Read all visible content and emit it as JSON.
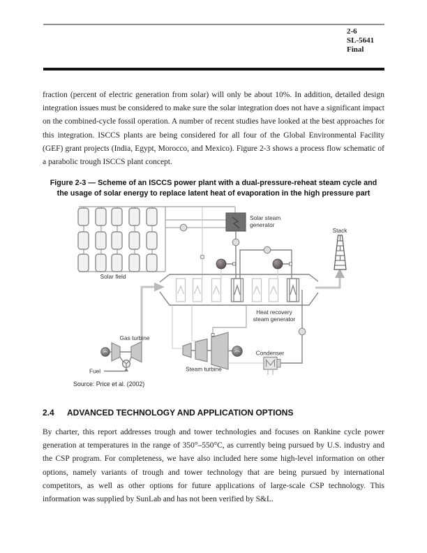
{
  "header": {
    "page_number": "2-6",
    "doc_id": "SL-5641",
    "status": "Final"
  },
  "body": {
    "paragraph_1": "fraction (percent of electric generation from solar) will only be about 10%. In addition, detailed design integration issues must be considered to make sure the solar integration does not have a significant impact on the combined-cycle fossil operation. A number of recent studies have looked at the best approaches for this integration. ISCCS plants are being considered for all four of the Global Environmental Facility (GEF) grant projects (India, Egypt, Morocco, and Mexico). Figure 2-3 shows a process flow schematic of a parabolic trough ISCCS plant concept.",
    "paragraph_2": "By charter, this report addresses trough and tower technologies and focuses on Rankine cycle power generation at temperatures in the range of 350°–550°C, as currently being pursued by U.S. industry and the CSP program. For completeness, we have also included here some high-level information on other options, namely variants of trough and tower technology that are being pursued by international competitors, as well as other options for future applications of large-scale CSP technology. This information was supplied by SunLab and has not been verified by S&L."
  },
  "figure": {
    "caption_line_1": "Figure 2-3 — Scheme of an ISCCS power plant with a dual-pressure-reheat steam cycle and",
    "caption_line_2": "the usage of solar energy to replace latent heat of evaporation in the high pressure part",
    "source": "Source: Price et al. (2002)",
    "labels": {
      "solar_field": "Solar field",
      "ssg_line_1": "Solar steam",
      "ssg_line_2": "generator",
      "stack": "Stack",
      "hrsg_line_1": "Heat recovery",
      "hrsg_line_2": "steam generator",
      "gas_turbine": "Gas turbine",
      "fuel": "Fuel",
      "steam_turbine": "Steam turbine",
      "condenser": "Condenser"
    }
  },
  "section_heading": {
    "number": "2.4",
    "title": "ADVANCED TECHNOLOGY AND APPLICATION OPTIONS"
  },
  "colors": {
    "rule_gray": "#8f8f8f",
    "rule_black": "#121212",
    "solar_steam_generator_box": "#6f6f6f",
    "diagram_line_gray": "#9b9b9b",
    "diagram_line_light": "#cccccc"
  }
}
